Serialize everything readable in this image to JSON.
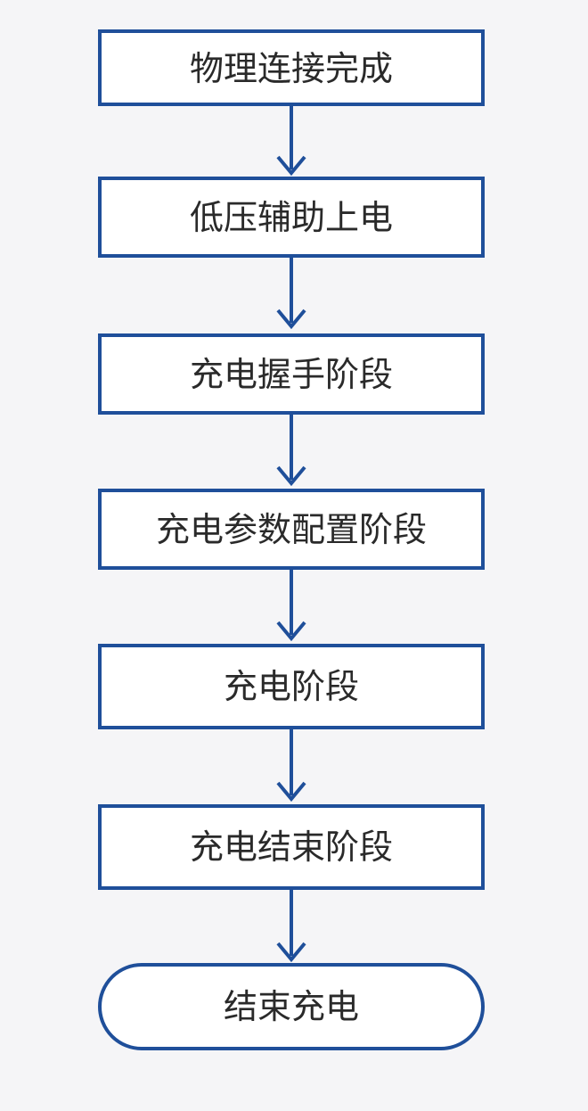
{
  "flowchart": {
    "accent_color": "#1f4f9a",
    "steps": [
      {
        "label": "物理连接完成",
        "shape": "rectangle"
      },
      {
        "label": "低压辅助上电",
        "shape": "rectangle"
      },
      {
        "label": "充电握手阶段",
        "shape": "rectangle"
      },
      {
        "label": "充电参数配置阶段",
        "shape": "rectangle"
      },
      {
        "label": "充电阶段",
        "shape": "rectangle"
      },
      {
        "label": "充电结束阶段",
        "shape": "rectangle"
      },
      {
        "label": "结束充电",
        "shape": "terminator"
      }
    ]
  }
}
